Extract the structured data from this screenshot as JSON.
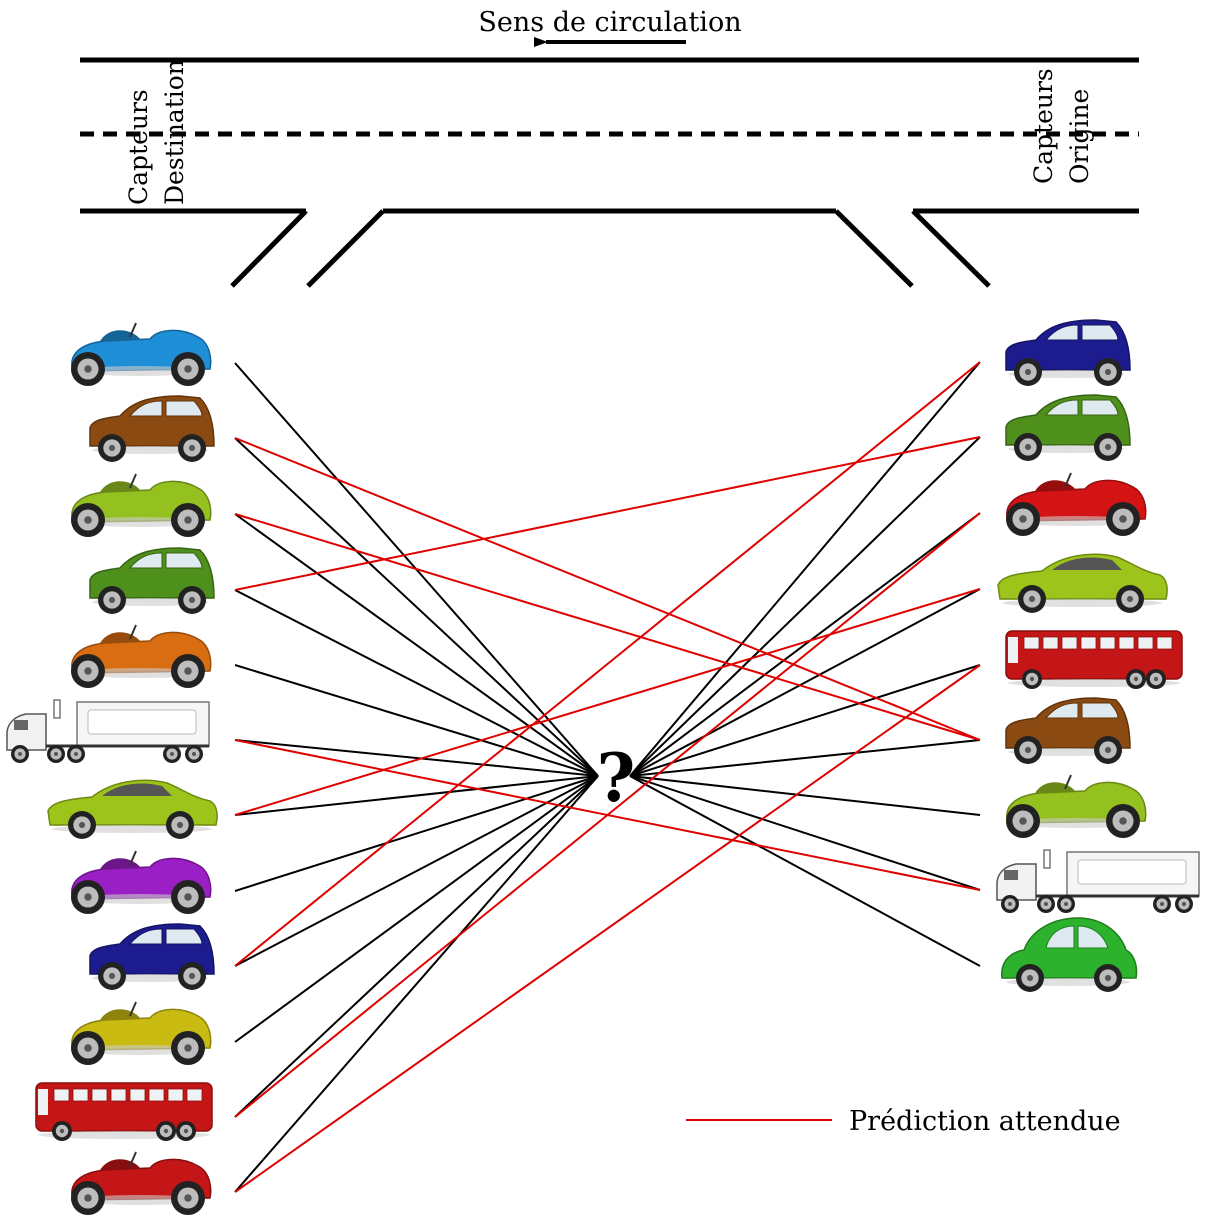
{
  "header": {
    "flow_label": "Sens de circulation"
  },
  "sensors": {
    "destination_line1": "Capteurs",
    "destination_line2": "Destination",
    "origin_line1": "Capteurs",
    "origin_line2": "Origine"
  },
  "center_mark": "?",
  "legend": {
    "label": "Prédiction attendue",
    "color": "#e00000"
  },
  "colors": {
    "road": "#000000",
    "link": "#000000",
    "expected": "#e00000"
  },
  "destination_vehicles": [
    {
      "kind": "roadster",
      "color": "#1e8fd6"
    },
    {
      "kind": "hatchback",
      "color": "#8b4a12"
    },
    {
      "kind": "roadster",
      "color": "#94c11f"
    },
    {
      "kind": "hatchback",
      "color": "#4f8f1c"
    },
    {
      "kind": "roadster",
      "color": "#d86d12"
    },
    {
      "kind": "truck",
      "color": "#d8d8d8"
    },
    {
      "kind": "coupe",
      "color": "#9cc41a"
    },
    {
      "kind": "roadster",
      "color": "#9a1fc4"
    },
    {
      "kind": "hatchback",
      "color": "#1c1c8f"
    },
    {
      "kind": "roadster",
      "color": "#c9bb12"
    },
    {
      "kind": "bus",
      "color": "#c41616"
    },
    {
      "kind": "roadster",
      "color": "#c41616"
    }
  ],
  "origin_vehicles": [
    {
      "kind": "hatchback",
      "color": "#1c1c8f"
    },
    {
      "kind": "hatchback",
      "color": "#4f8f1c"
    },
    {
      "kind": "roadster",
      "color": "#d41414"
    },
    {
      "kind": "coupe",
      "color": "#9cc41a"
    },
    {
      "kind": "bus",
      "color": "#c41616"
    },
    {
      "kind": "hatchback",
      "color": "#8b4a12"
    },
    {
      "kind": "roadster",
      "color": "#94c11f"
    },
    {
      "kind": "truck",
      "color": "#d8d8d8"
    },
    {
      "kind": "beetle",
      "color": "#2cb22c"
    }
  ],
  "expected_matches": [
    {
      "destination": 2,
      "origin": 6
    },
    {
      "destination": 3,
      "origin": 6
    },
    {
      "destination": 4,
      "origin": 2
    },
    {
      "destination": 6,
      "origin": 8
    },
    {
      "destination": 7,
      "origin": 4
    },
    {
      "destination": 9,
      "origin": 1
    },
    {
      "destination": 11,
      "origin": 3
    },
    {
      "destination": 12,
      "origin": 5
    }
  ]
}
